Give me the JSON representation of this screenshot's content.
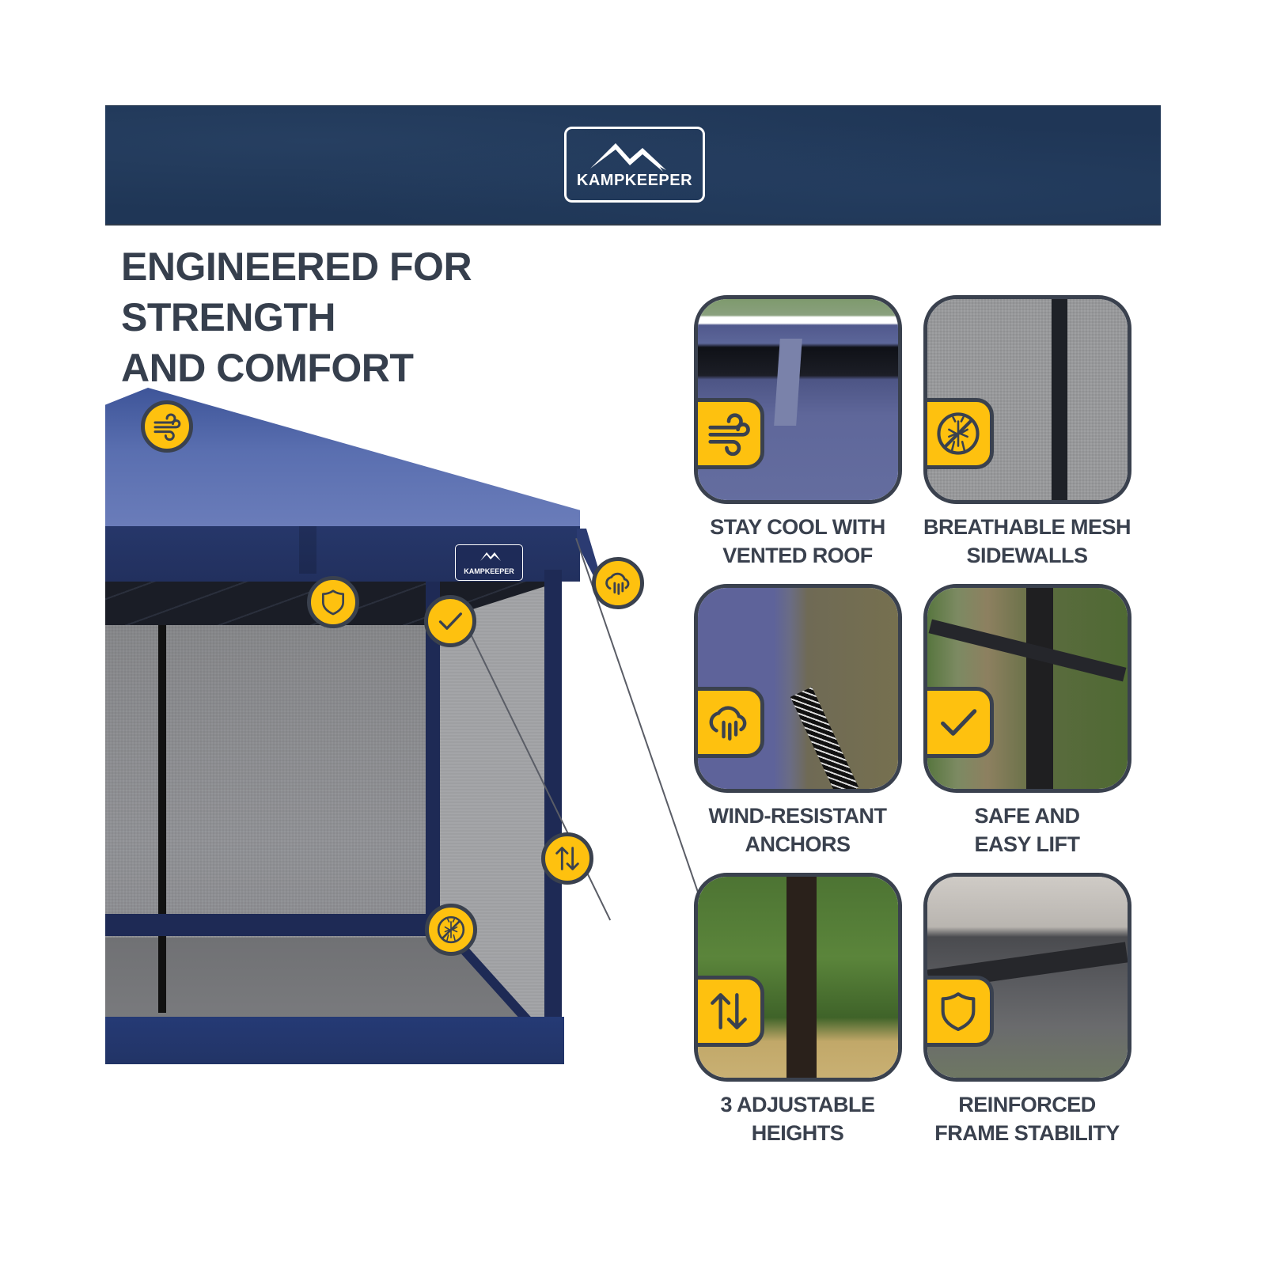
{
  "banner": {
    "brand_name": "KAMPKEEPER",
    "background_color": "#1f3656"
  },
  "headline": {
    "line1": "ENGINEERED FOR STRENGTH",
    "line2": "AND COMFORT",
    "color": "#363f4d"
  },
  "hero": {
    "tent_logo_text": "KAMPKEEPER",
    "hotspots": [
      {
        "icon": "wind-icon",
        "feature": "vented-roof"
      },
      {
        "icon": "shield-icon",
        "feature": "reinforced-frame"
      },
      {
        "icon": "checkmark-icon",
        "feature": "easy-lift"
      },
      {
        "icon": "cloud-rain-icon",
        "feature": "wind-resistant-anchors"
      },
      {
        "icon": "up-down-arrows-icon",
        "feature": "adjustable-heights"
      },
      {
        "icon": "no-mosquito-icon",
        "feature": "mesh-sidewalls"
      }
    ]
  },
  "features": [
    {
      "icon": "wind-icon",
      "line1": "STAY COOL WITH",
      "line2": "VENTED ROOF"
    },
    {
      "icon": "no-mosquito-icon",
      "line1": "BREATHABLE MESH",
      "line2": "SIDEWALLS"
    },
    {
      "icon": "cloud-rain-icon",
      "line1": "WIND-RESISTANT",
      "line2": "ANCHORS"
    },
    {
      "icon": "checkmark-icon",
      "line1": "SAFE AND",
      "line2": "EASY LIFT"
    },
    {
      "icon": "up-down-arrows-icon",
      "line1": "3 ADJUSTABLE",
      "line2": "HEIGHTS"
    },
    {
      "icon": "shield-icon",
      "line1": "REINFORCED",
      "line2": "FRAME STABILITY"
    }
  ],
  "colors": {
    "accent_yellow": "#fec10f",
    "outline_dark": "#3a414e",
    "tent_navy": "#22305e"
  }
}
